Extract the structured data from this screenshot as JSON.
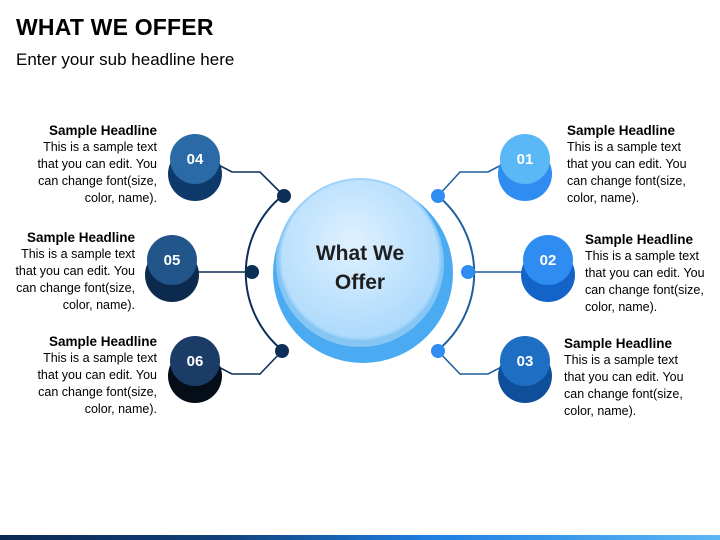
{
  "header": {
    "title": "WHAT WE OFFER",
    "subtitle": "Enter your sub headline here"
  },
  "center": {
    "line1": "What We",
    "line2": "Offer"
  },
  "items": [
    {
      "number": "01",
      "headline": "Sample Headline",
      "line1": "This is a sample text",
      "line2": "that you can edit. You",
      "line3": "can change font(size,",
      "line4": "color, name).",
      "color": "#5ab8f7"
    },
    {
      "number": "02",
      "headline": "Sample Headline",
      "line1": "This is a sample text",
      "line2": "that you can edit. You",
      "line3": "can change font(size,",
      "line4": "color, name).",
      "color": "#2f8cf0"
    },
    {
      "number": "03",
      "headline": "Sample Headline",
      "line1": "This is a sample text",
      "line2": "that you can edit. You",
      "line3": "can change font(size,",
      "line4": "color, name).",
      "color": "#1e6fc4"
    },
    {
      "number": "04",
      "headline": "Sample Headline",
      "line1": "This is a sample text",
      "line2": "that you can edit. You",
      "line3": "can change font(size,",
      "line4": "color, name).",
      "color": "#2a6aa6"
    },
    {
      "number": "05",
      "headline": "Sample Headline",
      "line1": "This is a sample text",
      "line2": "that you can edit. You",
      "line3": "can change font(size,",
      "line4": "color, name).",
      "color": "#22558a"
    },
    {
      "number": "06",
      "headline": "Sample Headline",
      "line1": "This is a sample text",
      "line2": "that you can edit. You",
      "line3": "can change font(size,",
      "line4": "color, name).",
      "color": "#1a3c66"
    }
  ],
  "colors": {
    "center_fill": "#c6e6ff",
    "center_ring": "#4aabf2",
    "connector": "#0d2f57"
  }
}
